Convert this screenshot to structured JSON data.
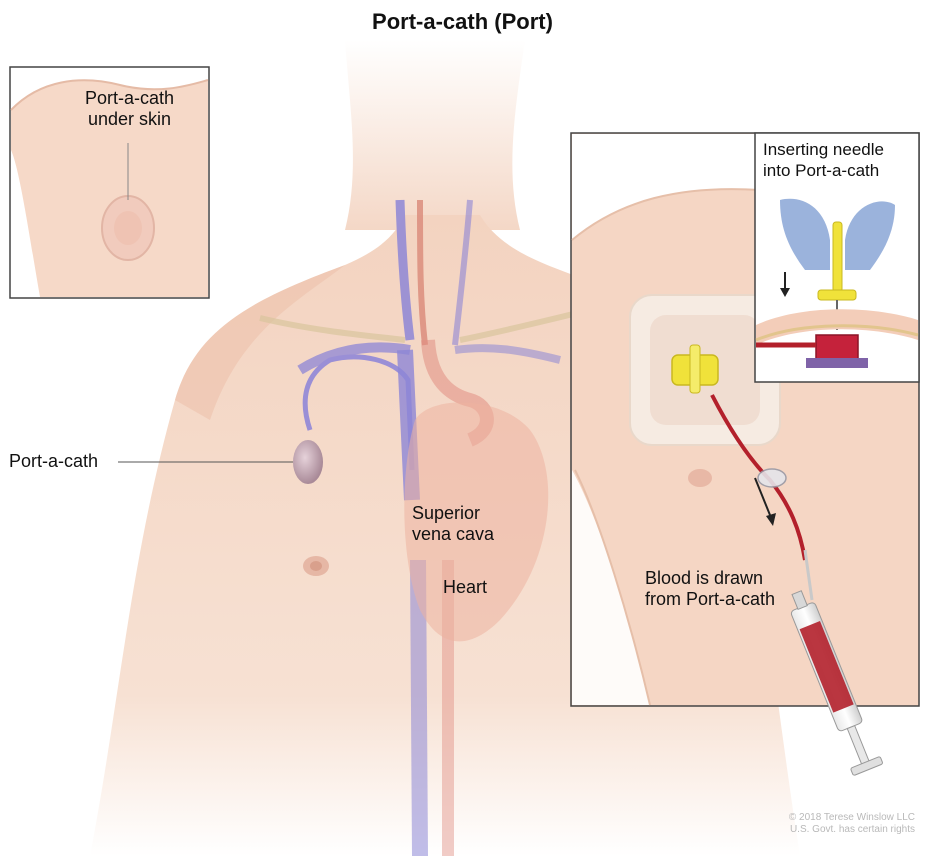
{
  "title": "Port-a-cath (Port)",
  "labels": {
    "inset_under_skin": [
      "Port-a-cath",
      "under skin"
    ],
    "port": "Port-a-cath",
    "svc": [
      "Superior",
      "vena cava"
    ],
    "heart": "Heart",
    "inserting": [
      "Inserting needle",
      "into Port-a-cath"
    ],
    "blood": [
      "Blood is drawn",
      "from Port-a-cath"
    ]
  },
  "copyright": [
    "© 2018 Terese Winslow LLC",
    "U.S. Govt. has certain rights"
  ],
  "colors": {
    "skin": "#f4d6c4",
    "skin_shadow": "#e7b9a4",
    "vein": "#8d86d6",
    "artery": "#d98878",
    "port": "#b79aa6",
    "needle_hub": "#f0e23a",
    "blood": "#b3202b",
    "glove": "#8aa6d6"
  }
}
